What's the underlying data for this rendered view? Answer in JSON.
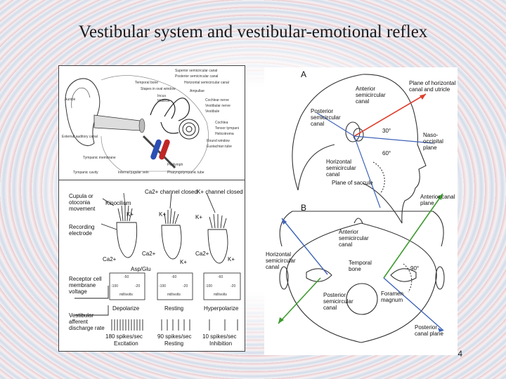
{
  "slide": {
    "title": "Vestibular system and vestibular-emotional reflex",
    "page_number": "4"
  },
  "ear_diagram": {
    "labels": [
      "Superior semicircular canal",
      "Posterior semicircular canal",
      "Temporal bone",
      "Horizontal semicircular canal",
      "Stapes in oval window",
      "Ampullae",
      "Incus",
      "Malleus",
      "Cochlear nerve",
      "Vestibular nerve",
      "Vestibule",
      "Auricle",
      "External auditory canal",
      "Tympanic membrane",
      "Round window",
      "Eustachian tube",
      "Cochlea",
      "Tensor tympani",
      "Helicotrema",
      "Perilymph",
      "Internal jugular vein",
      "Tympanic cavity",
      "Pharyngotympanic tube"
    ]
  },
  "hair_cell_diagram": {
    "ca_open": "Ca2+ channel closed",
    "k_closed": "K+ channel closed",
    "cupula": "Cupula or otoconia movement",
    "kinocilium": "Kinocilium",
    "recording": "Recording electrode",
    "k1": "K+",
    "k2": "K+",
    "k3": "K+",
    "ca1": "Ca2+",
    "ca2": "Ca2+",
    "ca3": "Ca2+",
    "asp": "Asp/Glu",
    "k4": "K+",
    "k5": "K+",
    "rec_voltage": "Receptor cell membrane voltage",
    "vestibular": "Vestibular afferent discharge rate",
    "mv1": "-50",
    "mv1a": "-100",
    "mv1b": "-20",
    "mv1c": "millivolts",
    "mv2": "-60",
    "mv2a": "-100",
    "mv2b": "-20",
    "mv2c": "millivolts",
    "mv3": "-60",
    "mv3a": "-100",
    "mv3b": "-20",
    "mv3c": "millivolts",
    "depol": "Depolarize",
    "rest": "Resting",
    "hyper": "Hyperpolarize",
    "spk1": "180 spikes/sec",
    "spk1b": "Excitation",
    "spk2": "90 spikes/sec",
    "spk2b": "Resting",
    "spk3": "10 spikes/sec",
    "spk3b": "Inhibition"
  },
  "head_diagram": {
    "a": "A",
    "b": "B",
    "plane_h": "Plane of horizontal canal and utricle",
    "anterior": "Anterior semicircular canal",
    "posterior": "Posterior semicircular canal",
    "angle30": "30°",
    "naso": "Naso-occipital plane",
    "angle60": "60°",
    "horizontal": "Horizontal semicircular canal",
    "saccule": "Plane of saccule",
    "ant_canal_plane": "Anterior canal plane",
    "ant_b": "Anterior semicircular canal",
    "hor_b": "Horizontal semicircular canal",
    "temporal": "Temporal bone",
    "angle90": "90°",
    "post_b": "Posterior semicircular canal",
    "foramen": "Foramen magnum",
    "post_canal_plane": "Posterior canal plane"
  },
  "colors": {
    "red_line": "#e0402f",
    "green_line": "#3d9a2f",
    "blue_line": "#3f63b8"
  }
}
